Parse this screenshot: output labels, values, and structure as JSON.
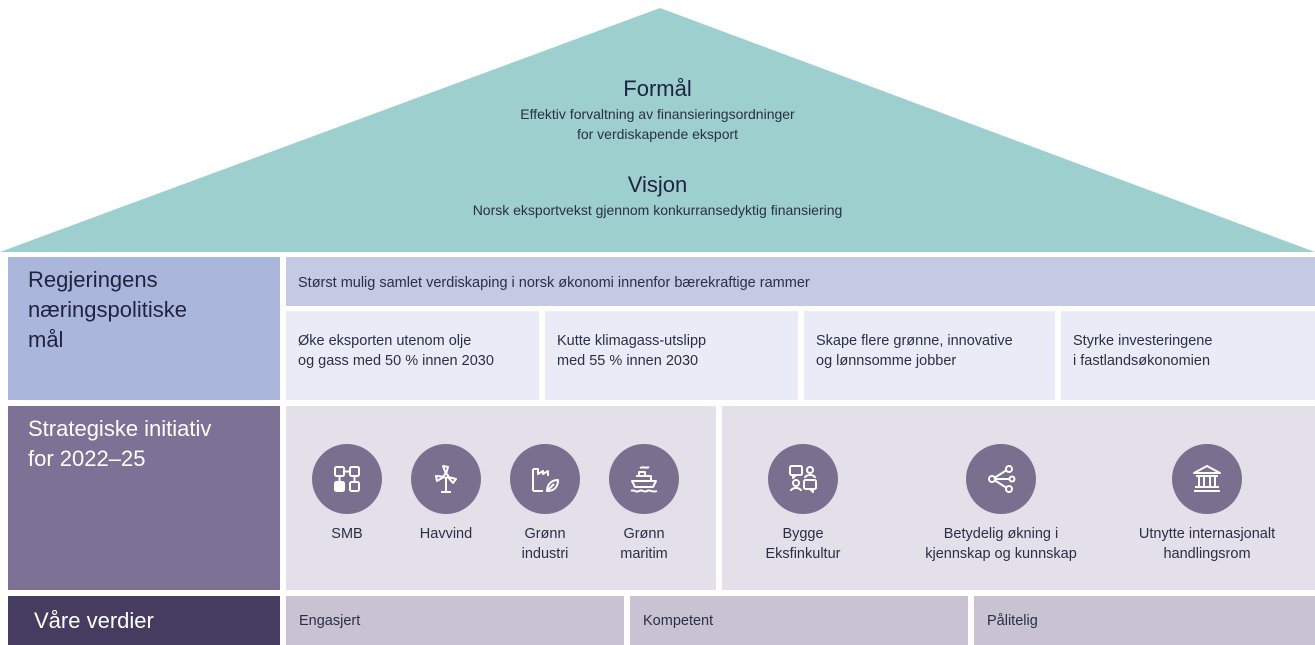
{
  "roof": {
    "purpose_title": "Formål",
    "purpose_line1": "Effektiv forvaltning av finansieringsordninger",
    "purpose_line2": "for verdiskapende eksport",
    "vision_title": "Visjon",
    "vision_text": "Norsk eksportvekst gjennom konkurransedyktig finansiering"
  },
  "goals": {
    "label_lines": [
      "Regjeringens",
      "næringspolitiske",
      "mål"
    ],
    "overall": "Størst mulig samlet verdiskaping i norsk økonomi innenfor bærekraftige rammer",
    "items": [
      {
        "line1": "Øke eksporten utenom olje",
        "line2": "og gass med 50 % innen 2030"
      },
      {
        "line1": "Kutte klimagass-utslipp",
        "line2": "med 55 % innen 2030"
      },
      {
        "line1": "Skape flere grønne, innovative",
        "line2": "og lønnsomme jobber"
      },
      {
        "line1": "Styrke investeringene",
        "line2": "i fastlandsøkonomien"
      }
    ]
  },
  "initiatives": {
    "label_lines": [
      "Strategiske initiativ",
      "for 2022–25"
    ],
    "left": [
      {
        "icon": "smb-blocks-icon",
        "line1": "SMB",
        "line2": ""
      },
      {
        "icon": "wind-turbine-icon",
        "line1": "Havvind",
        "line2": ""
      },
      {
        "icon": "green-factory-icon",
        "line1": "Grønn",
        "line2": "industri"
      },
      {
        "icon": "green-ship-icon",
        "line1": "Grønn",
        "line2": "maritim"
      }
    ],
    "right": [
      {
        "icon": "people-chat-icon",
        "line1": "Bygge",
        "line2": "Eksfinkultur"
      },
      {
        "icon": "share-network-icon",
        "line1": "Betydelig økning i",
        "line2": "kjennskap og kunnskap"
      },
      {
        "icon": "institution-building-icon",
        "line1": "Utnytte internasjonalt",
        "line2": "handlingsrom"
      }
    ]
  },
  "values": {
    "label": "Våre verdier",
    "items": [
      "Engasjert",
      "Kompetent",
      "Pålitelig"
    ]
  },
  "colors": {
    "roof": "#9ccfce",
    "goals_label": "#aab6dc",
    "goals_overall": "#c5cae4",
    "goals_cell": "#e9ecf6",
    "init_label": "#7d7196",
    "init_panel": "#e4e0ea",
    "icon_bg": "#7a6f8f",
    "values_label": "#463c5f",
    "values_cell": "#c8c2d3"
  }
}
